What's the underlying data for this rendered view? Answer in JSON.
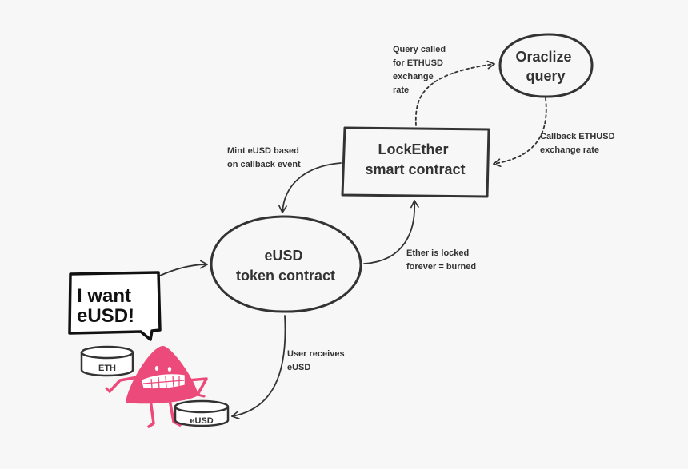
{
  "colors": {
    "background": "#f7f7f7",
    "ink": "#333333",
    "character": "#ec4a7b"
  },
  "nodes": {
    "oracle": {
      "lines": [
        "Oraclize",
        "query"
      ]
    },
    "lockether": {
      "lines": [
        "LockEther",
        "smart contract"
      ]
    },
    "eusd": {
      "lines": [
        "eUSD",
        "token contract"
      ]
    }
  },
  "edges": {
    "query_called": {
      "lines": [
        "Query called",
        "for ETHUSD",
        "exchange",
        "rate"
      ],
      "style": "dashed"
    },
    "callback": {
      "lines": [
        "Callback ETHUSD",
        "exchange rate"
      ],
      "style": "dashed"
    },
    "mint": {
      "lines": [
        "Mint eUSD based",
        "on callback event"
      ],
      "style": "solid"
    },
    "ether_locked": {
      "lines": [
        "Ether is locked",
        "forever = burned"
      ],
      "style": "solid"
    },
    "user_receives": {
      "lines": [
        "User receives",
        "eUSD"
      ],
      "style": "solid"
    }
  },
  "speech_bubble": {
    "lines": [
      "I want",
      "eUSD!"
    ]
  },
  "coins": {
    "eth": {
      "label": "ETH"
    },
    "eusd": {
      "label": "eUSD"
    }
  },
  "icons": [
    "speech-bubble-icon",
    "mascot-icon",
    "eth-coin-icon",
    "eusd-coin-icon"
  ]
}
